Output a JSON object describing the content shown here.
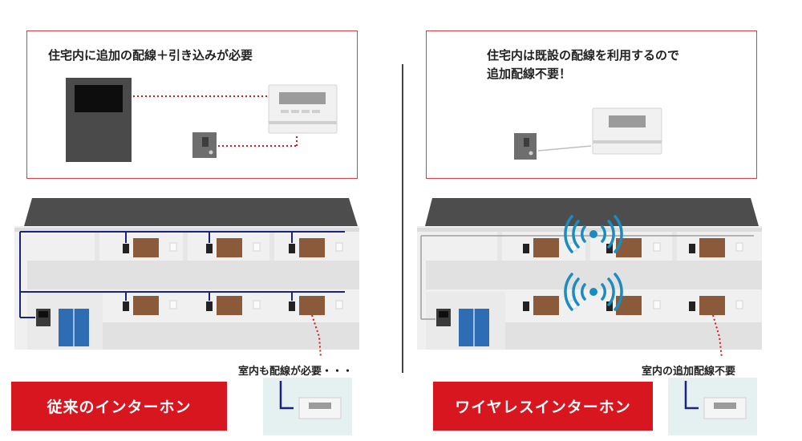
{
  "left_panel": {
    "heading": "住宅内に追加の配線＋引き込みが必要",
    "banner_label": "従来のインターホン",
    "room_note": "室内も配線が必要・・・"
  },
  "right_panel": {
    "heading_line1": "住宅内は既設の配線を利用するので",
    "heading_line2": "追加配線不要！",
    "banner_label": "ワイヤレスインターホン",
    "room_note": "室内の追加配線不要"
  },
  "colors": {
    "accent_red": "#d7161f",
    "wire_blue": "#1a237e",
    "signal_blue": "#1c8bc0",
    "door_brown": "#8a5a3b",
    "roof_gray": "#4d4d4d"
  }
}
